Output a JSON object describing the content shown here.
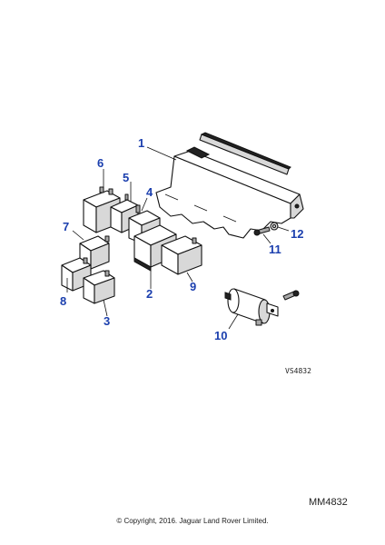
{
  "diagram": {
    "callouts": [
      "1",
      "2",
      "3",
      "4",
      "5",
      "6",
      "7",
      "8",
      "9",
      "10",
      "11",
      "12"
    ],
    "reference_code": "VS4832",
    "illustration_code": "MM4832"
  },
  "footer": {
    "copyright": "© Copyright, 2016. Jaguar Land Rover Limited."
  }
}
